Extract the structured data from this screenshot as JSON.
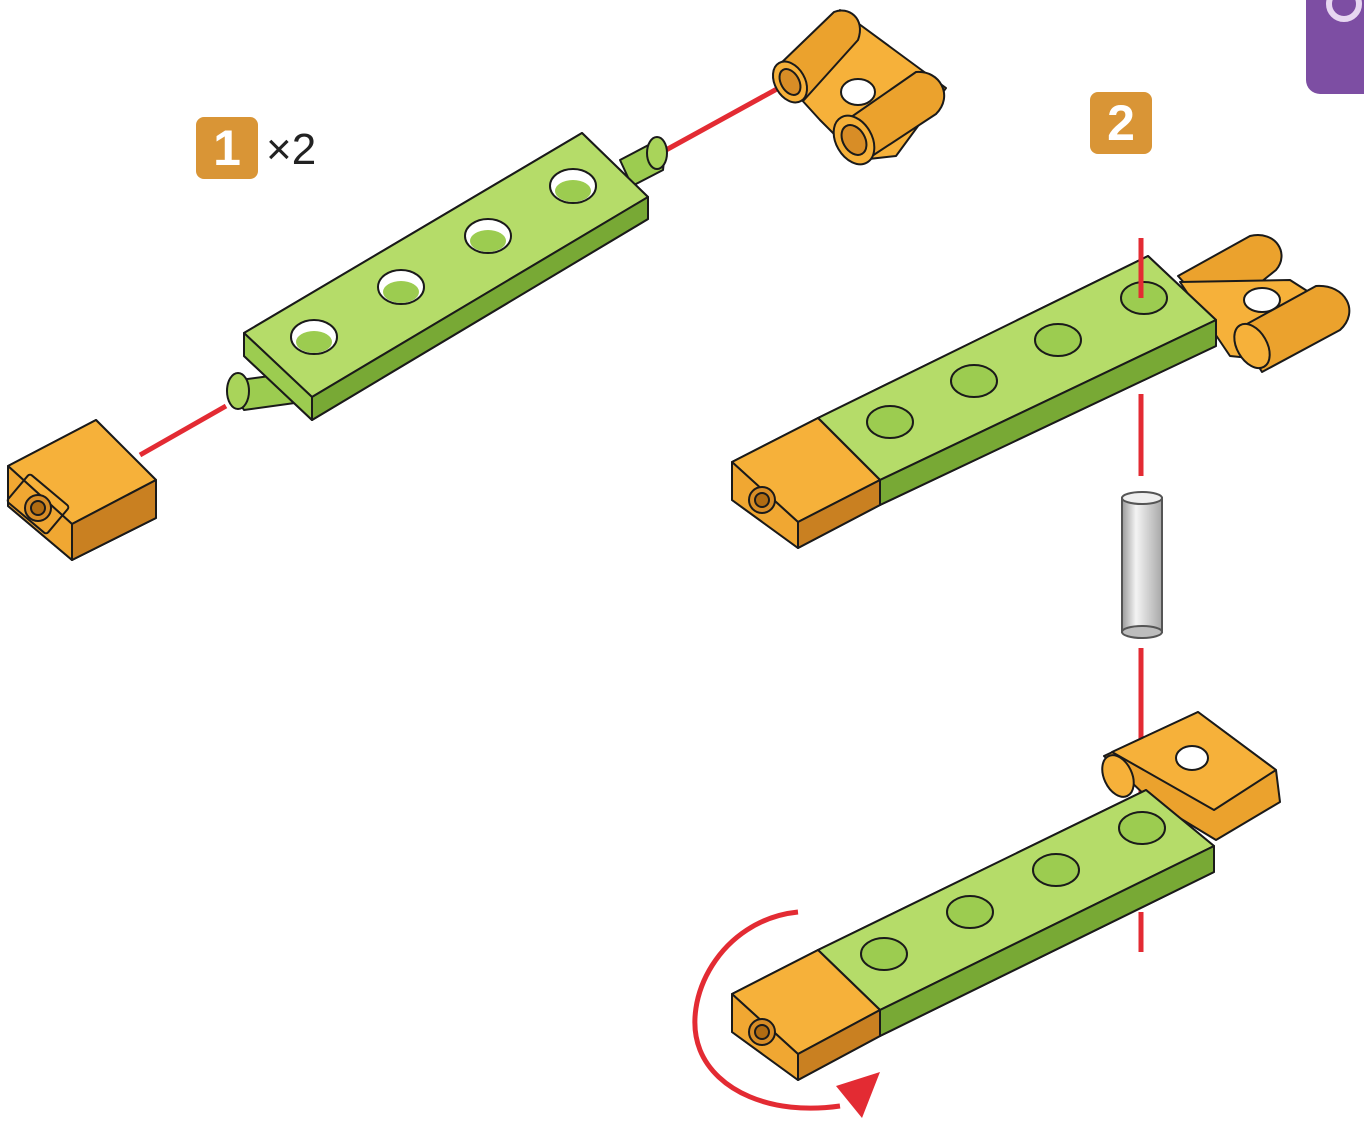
{
  "colors": {
    "badge": "#d99536",
    "green_light": "#a9d45a",
    "green_top": "#b5dc69",
    "green_mid": "#8fc145",
    "green_dark": "#78a935",
    "orange_top": "#f6b13a",
    "orange_mid": "#eba22d",
    "orange_dark": "#c98021",
    "red_line": "#e32b33",
    "purple_tab": "#7d4ea3",
    "pin": "#d9d9d9"
  },
  "step1": {
    "number": "1",
    "multiplier": "×2"
  },
  "step2": {
    "number": "2"
  },
  "icons": [
    "rotate-arrow-icon"
  ]
}
